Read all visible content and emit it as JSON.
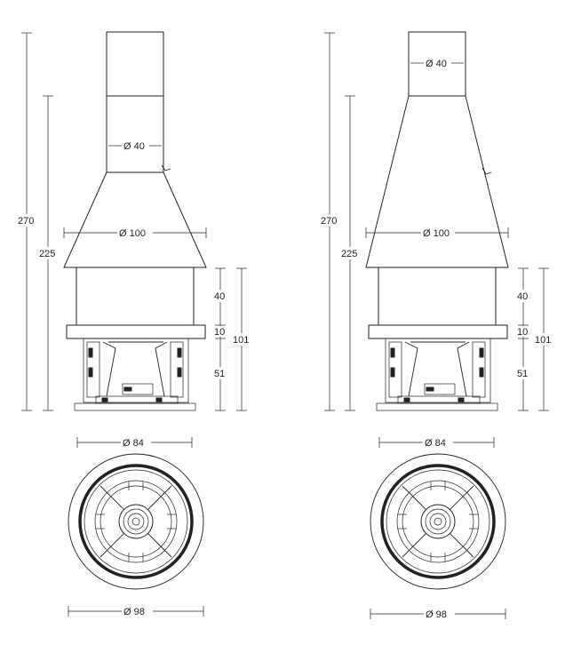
{
  "diagram": {
    "left_view": {
      "total_height": "270",
      "cone_height": "225",
      "flue_diameter": "Ø 40",
      "hood_diameter": "Ø 100",
      "upper_band": "40",
      "shelf": "10",
      "lower_section": "51",
      "base_height": "101",
      "base_diameter": "Ø 84",
      "plan_diameter": "Ø 98"
    },
    "right_view": {
      "total_height": "270",
      "cone_height": "225",
      "flue_diameter": "Ø 40",
      "hood_diameter": "Ø 100",
      "upper_band": "40",
      "shelf": "10",
      "lower_section": "51",
      "base_height": "101",
      "base_diameter": "Ø 84",
      "plan_diameter": "Ø 98"
    }
  }
}
